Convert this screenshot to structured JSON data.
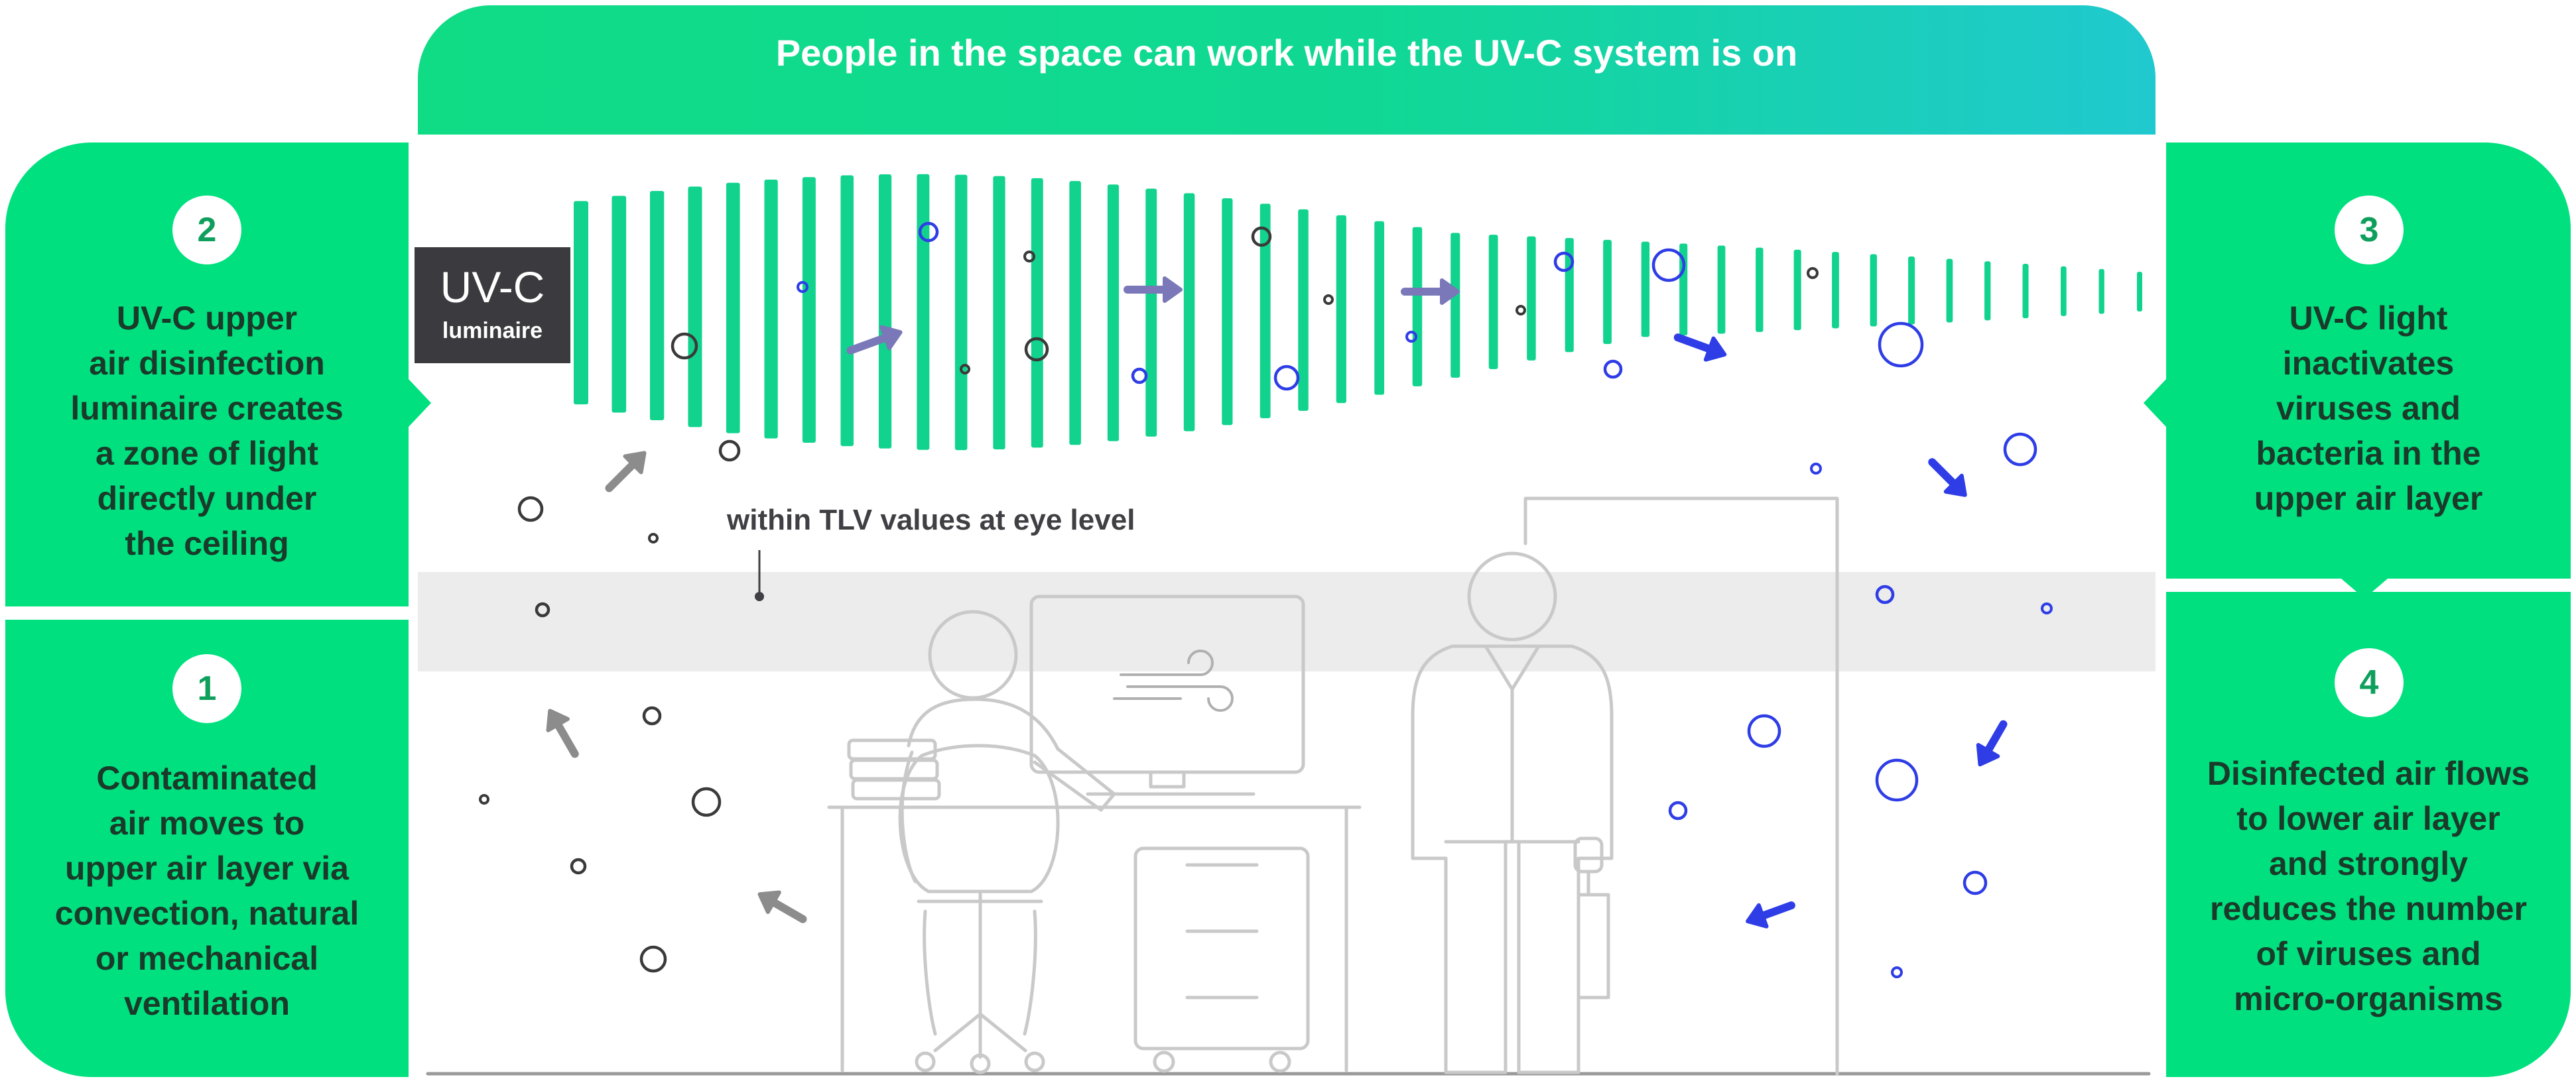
{
  "banner": {
    "title": "People in the space can work while the UV-C system is on"
  },
  "luminaire": {
    "title": "UV-C",
    "subtitle": "luminaire"
  },
  "eye_level": {
    "label": "within TLV values at eye level"
  },
  "steps": [
    {
      "number": "2",
      "text": "UV-C upper\nair disinfection\nluminaire creates\na zone of light\ndirectly under\nthe ceiling"
    },
    {
      "number": "1",
      "text": "Contaminated\nair moves to\nupper air layer via\nconvection, natural\nor mechanical\nventilation"
    },
    {
      "number": "3",
      "text": "UV-C light\ninactivates\nviruses and\nbacteria in the\nupper air layer"
    },
    {
      "number": "4",
      "text": "Disinfected air flows\nto lower air layer\nand strongly\nreduces the number\nof viruses and\nmicro-organisms"
    }
  ],
  "colors": {
    "panel_green": "#00e07f",
    "banner_gradient_start": "#10dc86",
    "banner_gradient_end": "#20c9cf",
    "uv_beam": "#12d38e",
    "eye_level_band": "#ececec",
    "contaminated_particles": "#3a3a3a",
    "disinfected_particles": "#2e3de6",
    "airflow_arrow_grey": "#8c8c8c",
    "airflow_arrow_purple": "#7a78b8",
    "airflow_arrow_blue": "#2e3de6",
    "line_art": "#c9c9c9"
  },
  "icons": [
    "uv-c-luminaire-icon",
    "airflow-arrow-icon",
    "particle-icon",
    "seated-person-icon",
    "standing-person-icon",
    "desk-icon",
    "monitor-icon",
    "office-chair-icon",
    "drawer-cabinet-icon",
    "wind-icon",
    "door-icon"
  ]
}
